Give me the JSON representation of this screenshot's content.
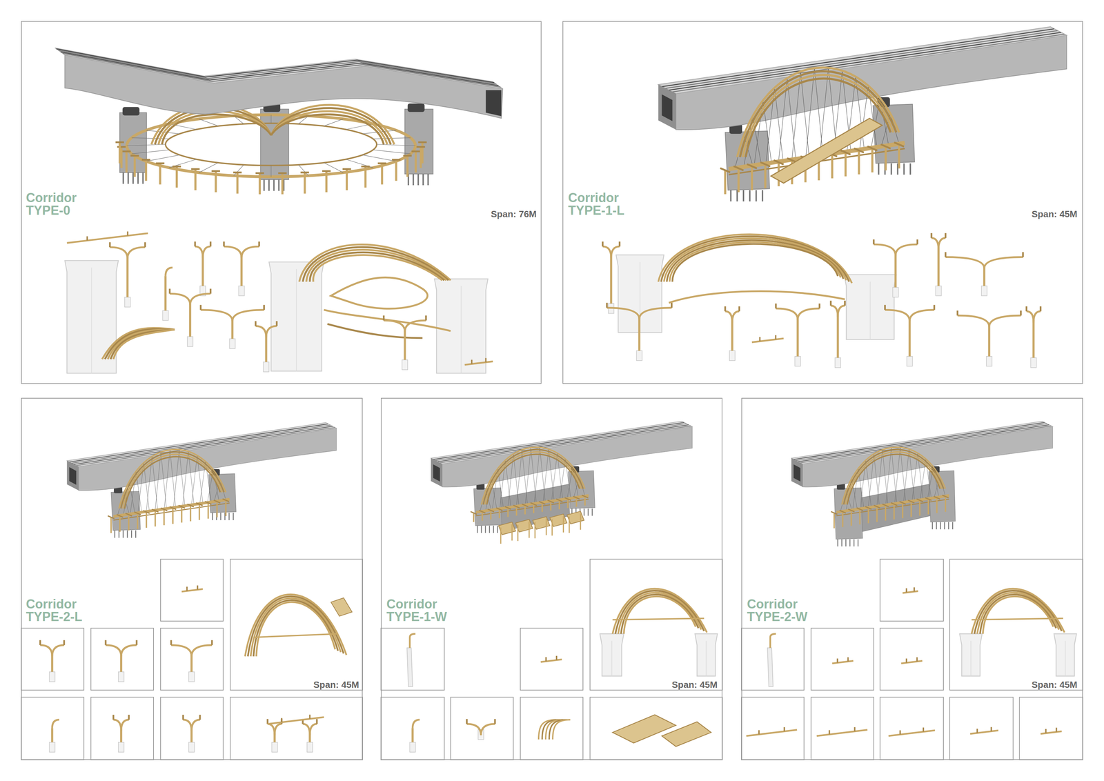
{
  "diagram": {
    "nodes": [
      {
        "text": [
          "Corridor TYPE-0",
          "Span: 76M"
        ]
      },
      {
        "text": [
          "Corridor TYPE-1-L",
          "Span: 45M"
        ]
      },
      {
        "text": [
          "Corridor TYPE-2-L",
          "Span: 45M"
        ]
      },
      {
        "text": [
          "Corridor TYPE-1-W",
          "Span: 45M"
        ]
      },
      {
        "text": [
          "Corridor TYPE-2-W",
          "Span: 45M"
        ]
      }
    ]
  }
}
